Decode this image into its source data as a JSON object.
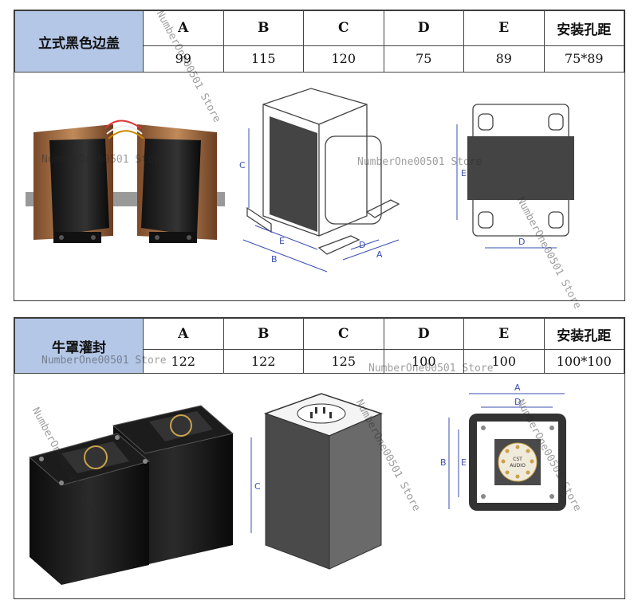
{
  "sections": [
    {
      "name": "立式黑色边盖",
      "headers": [
        "A",
        "B",
        "C",
        "D",
        "E",
        "安装孔距"
      ],
      "values": [
        "99",
        "115",
        "120",
        "75",
        "89",
        "75*89"
      ],
      "diagram_labels": {
        "iso": [
          "C",
          "E",
          "B",
          "D",
          "A"
        ],
        "top": [
          "E",
          "D"
        ]
      }
    },
    {
      "name": "牛罩灌封",
      "headers": [
        "A",
        "B",
        "C",
        "D",
        "E",
        "安装孔距"
      ],
      "values": [
        "122",
        "122",
        "125",
        "100",
        "100",
        "100*100"
      ],
      "diagram_labels": {
        "iso": [
          "C"
        ],
        "top": [
          "A",
          "D",
          "B",
          "E"
        ],
        "socket_text": [
          "CST",
          "AUDIO"
        ]
      }
    }
  ],
  "watermark": "NumberOne00501 Store"
}
